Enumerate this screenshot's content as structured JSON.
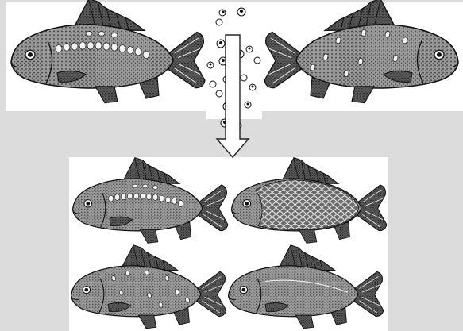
{
  "diagram": {
    "parents": [
      {
        "id": "parent-left",
        "scale_pattern": "linear-row"
      },
      {
        "id": "parent-right",
        "scale_pattern": "scattered"
      }
    ],
    "offspring": [
      {
        "id": "offspring-1",
        "scale_pattern": "linear-row"
      },
      {
        "id": "offspring-2",
        "scale_pattern": "fully-scaled"
      },
      {
        "id": "offspring-3",
        "scale_pattern": "scattered"
      },
      {
        "id": "offspring-4",
        "scale_pattern": "leather"
      }
    ],
    "gametes_count": 22,
    "arrow_direction": "down",
    "colors": {
      "background": "#dcdcdc",
      "panel": "#ffffff",
      "ink": "#111111",
      "fish_body": "#8a8a8a",
      "fish_dark": "#3a3a3a"
    }
  }
}
